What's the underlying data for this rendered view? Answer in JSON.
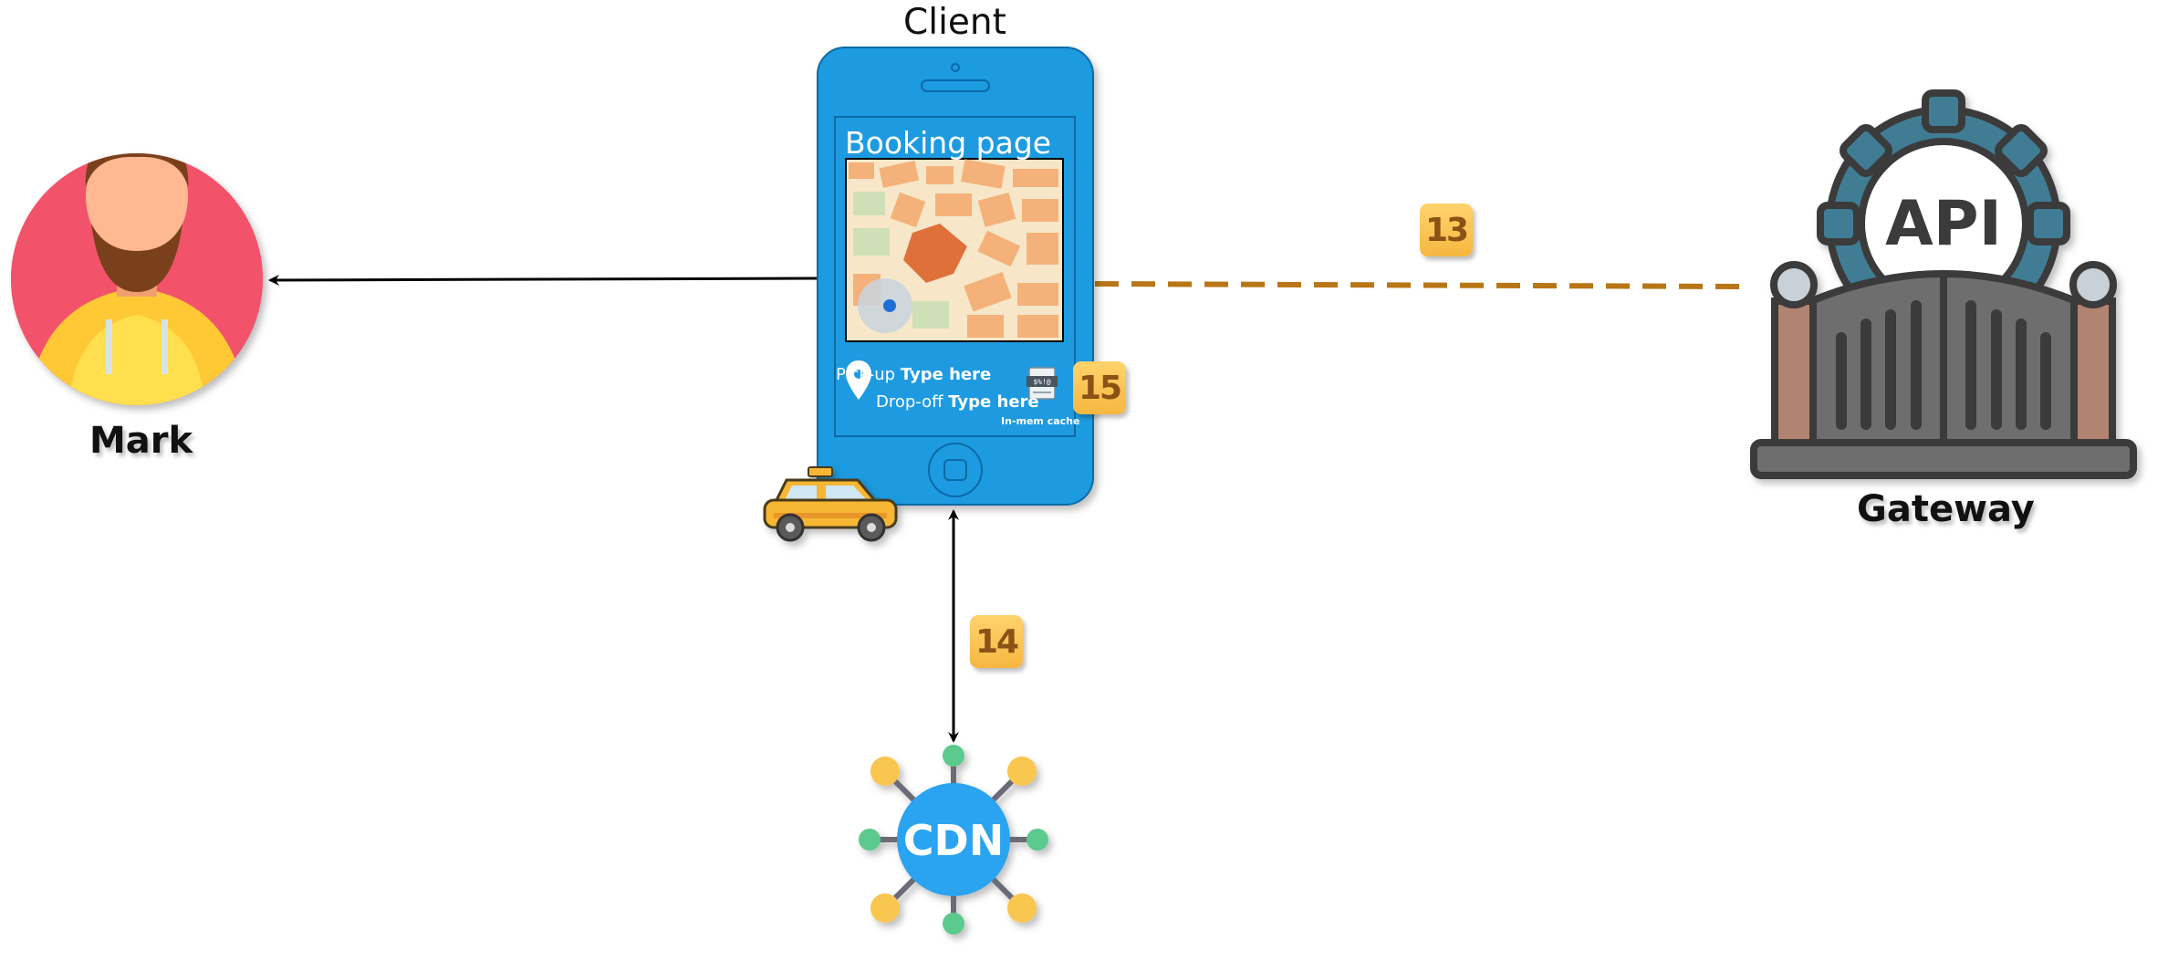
{
  "diagram": {
    "client": {
      "title": "Client",
      "screen_title": "Booking page",
      "pickup_label": "Pick-up",
      "pickup_value": "Type here",
      "dropoff_label": "Drop-off",
      "dropoff_value": "Type here",
      "cache_label": "In-mem cache",
      "cache_icon_text": "$%!@"
    },
    "user": {
      "name": "Mark"
    },
    "gateway": {
      "name": "Gateway",
      "icon_text": "API"
    },
    "cdn": {
      "icon_text": "CDN"
    },
    "steps": {
      "s13": "13",
      "s14": "14",
      "s15": "15"
    },
    "colors": {
      "phone_blue": "#1e9be0",
      "dashed_link": "#b87617",
      "badge": "#f6b740",
      "cdn_blue": "#2aa3f0"
    }
  }
}
